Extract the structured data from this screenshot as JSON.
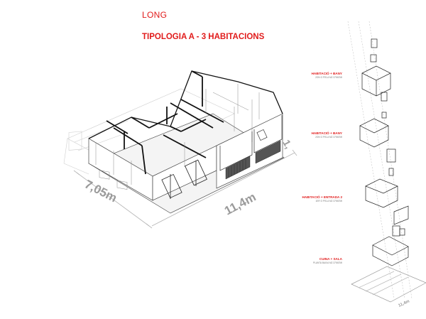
{
  "header": {
    "top_label": "LONG",
    "title": "TIPOLOGIA A - 3 HABITACIONS"
  },
  "dimensions": {
    "depth": "7,05m",
    "length": "11,4m",
    "right_edge_fragment": "1,"
  },
  "level_labels": [
    {
      "title": "HABITACIÓ + BANY",
      "sub": "2ON O PIS-A M2 379ATMI"
    },
    {
      "title": "HABITACIÓ + BANY",
      "sub": "2ON O PIS-A M2 379ATMI"
    },
    {
      "title": "HABITACIÓ + ENTRADA 2",
      "sub": "1ER O PIS-A M2 379ATMI"
    },
    {
      "title": "CUINA + SALA",
      "sub": "PLANTA BAIXA M2 379ATMI"
    }
  ],
  "small_dimension": "11,4m",
  "colors": {
    "accent": "#e11b1b",
    "line": "#111111",
    "ghost": "#bdbdbd"
  }
}
